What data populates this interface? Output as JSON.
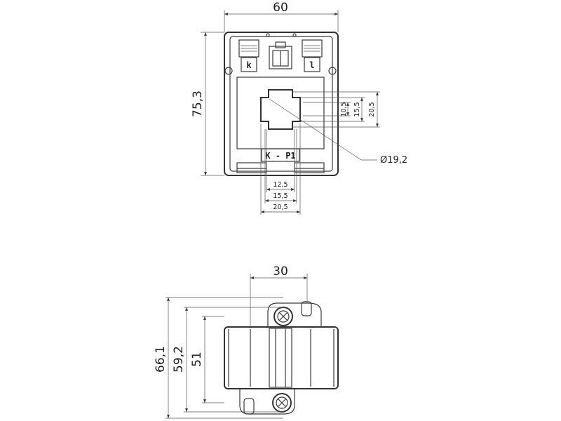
{
  "front_view": {
    "width_dim": "60",
    "height_dim": "75,3",
    "terminal_k": "k",
    "terminal_l": "l",
    "plate_label": "K - P1",
    "diameter_dim": "Ø19,2",
    "bar_dims_vertical": [
      "10,5",
      "15,5",
      "20,5"
    ],
    "bar_dims_horizontal": [
      "12,5",
      "15,5",
      "20,5"
    ]
  },
  "top_view": {
    "width_dim": "30",
    "height_dims": [
      "66,1",
      "59,2",
      "51"
    ]
  }
}
